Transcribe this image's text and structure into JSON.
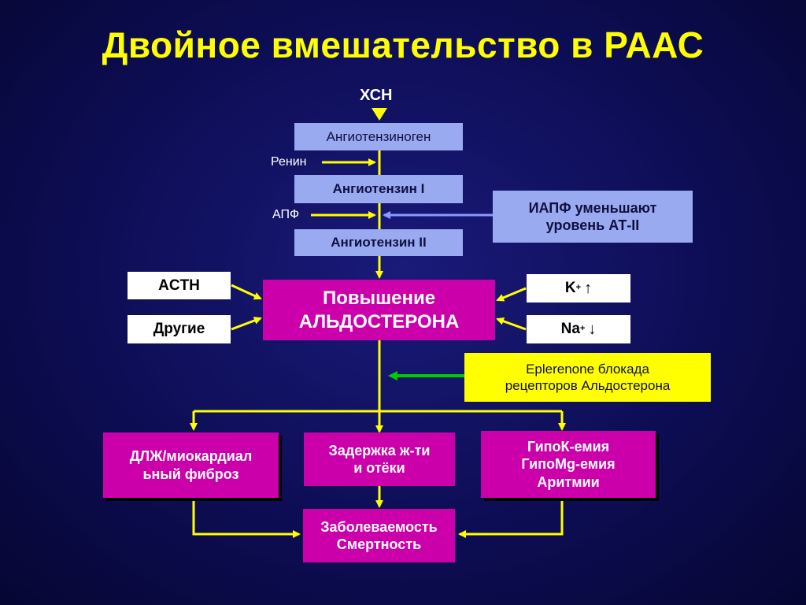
{
  "title": "Двойное вмешательство в РААС",
  "top_label": "ХСН",
  "cascade": {
    "angiotensinogen": "Ангиотензиноген",
    "renin": "Ренин",
    "angiotensin1": "Ангиотензин I",
    "ace": "АПФ",
    "angiotensin2": "Ангиотензин II"
  },
  "iapf_note": {
    "line1": "ИАПФ уменьшают",
    "line2": "уровень АТ-II"
  },
  "center": {
    "line1": "Повышение",
    "line2": "АЛЬДОСТЕРОНА"
  },
  "left_inputs": [
    "ACTH",
    "Другие"
  ],
  "right_inputs": {
    "k": "K",
    "k_sup": "+",
    "k_arrow": "↑",
    "na": "Na",
    "na_sup": "+",
    "na_arrow": "↓"
  },
  "eplerenone": {
    "line1": "Eplerenone блокада",
    "line2": "рецепторов Альдостерона"
  },
  "effects": {
    "left": {
      "line1": "ДЛЖ/миокардиал",
      "line2": "ьный фиброз"
    },
    "middle": {
      "line1": "Задержка ж-ти",
      "line2": "и отёки"
    },
    "right": {
      "line1": "ГипоК-емия",
      "line2": "ГипоMg-емия",
      "line3": "Аритмии"
    }
  },
  "outcome": {
    "line1": "Заболеваемость",
    "line2": "Смертность"
  },
  "colors": {
    "background": "#0d0d55",
    "title": "#ffff00",
    "connector": "#ffff00",
    "blue_box": "#9aaaf0",
    "magenta_box": "#cc00aa",
    "ace_inhibitor_arrow": "#8899ff",
    "eplerenone_arrow": "#00cc00"
  }
}
